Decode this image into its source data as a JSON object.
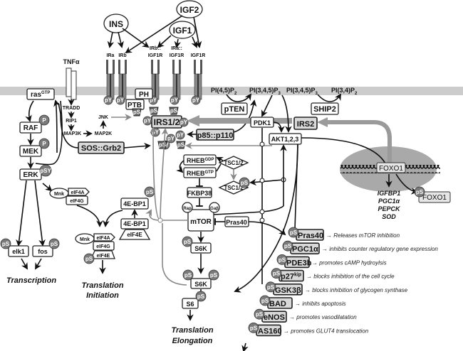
{
  "ligands": {
    "ins": "INS",
    "igf1": "IGF1",
    "igf2": "IGF2",
    "tnf": "TNFα"
  },
  "receptors": [
    "IRa",
    "IRb",
    "IRb::\nIGF1R",
    "IRa::\nIGF1R",
    "IGF1R"
  ],
  "receptor_labels": [
    {
      "top": "",
      "bottom": "IRa"
    },
    {
      "top": "",
      "bottom": "IRb"
    },
    {
      "top": "IRb::",
      "bottom": "IGF1R"
    },
    {
      "top": "IRa::",
      "bottom": "IGF1R"
    },
    {
      "top": "",
      "bottom": "IGF1R"
    }
  ],
  "membrane_lipids": {
    "pip2_a": "PI(4,5)P",
    "pip3_a": "PI(3,4,5)P",
    "pip3_b": "PI(3,4,5)P",
    "pi34p2": "PI(3,4)P",
    "sub2": "2",
    "sub3": "3"
  },
  "nodes": {
    "ras": "ras",
    "ras_sup": "GTP",
    "raf": "RAF",
    "mek": "MEK",
    "erk": "ERK",
    "tradd": "TRADD",
    "rip1": "RIP1",
    "map3k": "MAP3K",
    "map2k": "MAP2K",
    "jnk": "JNK",
    "ph": "PH",
    "ptb": "PTB",
    "irs12": "IRS1/2",
    "sos_grb2": "SOS::Grb2",
    "p85_p110": "p85::p110",
    "pten": "pTEN",
    "ship2": "SHIP2",
    "pdk1": "PDK1",
    "irs2": "IRS2",
    "akt": "AKT1,2,3",
    "rheb": "RHEB",
    "rheb_gdp": "GDP",
    "rheb_gtp": "GTP",
    "tsc12": "TSC1/2",
    "fkbp38": "FKBP38",
    "mtor": "mTOR",
    "rap": "Rap",
    "gbl": "Gaβ",
    "pras40": "Pras40",
    "s6k": "S6K",
    "s6": "S6",
    "eif4a": "eIF4A",
    "eif4g": "eIF4G",
    "eif4e": "eIF4E",
    "mnk": "Mnk",
    "4ebp1": "4E-BP1",
    "elk1": "elk1",
    "fos": "fos",
    "foxo1": "FOXO1"
  },
  "phospho": {
    "ps": "pS",
    "py": "pY",
    "p": "P",
    "psy": "pSY"
  },
  "outcomes": {
    "transcription": "Transcription",
    "translation_initiation_1": "Translation",
    "translation_initiation_2": "Initiation",
    "translation_elongation_1": "Translation",
    "translation_elongation_2": "Elongation"
  },
  "foxo_targets": [
    "IGFBP1",
    "PGC1α",
    "PEPCK",
    "SOD"
  ],
  "akt_substrates": [
    {
      "name": "Pras40",
      "sup": "",
      "effect": "Releases mTOR inhibition"
    },
    {
      "name": "PGC1α",
      "sup": "",
      "effect": "inhibits counter regulatory gene expression"
    },
    {
      "name": "PDE3b",
      "sup": "",
      "effect": "promotes cAMP hydroylsis"
    },
    {
      "name": "p27",
      "sup": "kip",
      "effect": "blocks inhibition of the cell cycle"
    },
    {
      "name": "GSK3β",
      "sup": "",
      "effect": "blocks inhibition of glycogen synthase"
    },
    {
      "name": "BAD",
      "sup": "",
      "effect": "inhibits apoptosis"
    },
    {
      "name": "eNOS",
      "sup": "",
      "effect": "promotes vasodilatation"
    },
    {
      "name": "AS160",
      "sup": "",
      "effect": "promotes GLUT4 translocation"
    }
  ],
  "colors": {
    "membrane": "#cccccc",
    "nucleus": "#a9a9a9",
    "phospho": "#7a7a7a",
    "gray_arrow": "#9a9a9a",
    "highlight_box": "#d9d9d9"
  }
}
